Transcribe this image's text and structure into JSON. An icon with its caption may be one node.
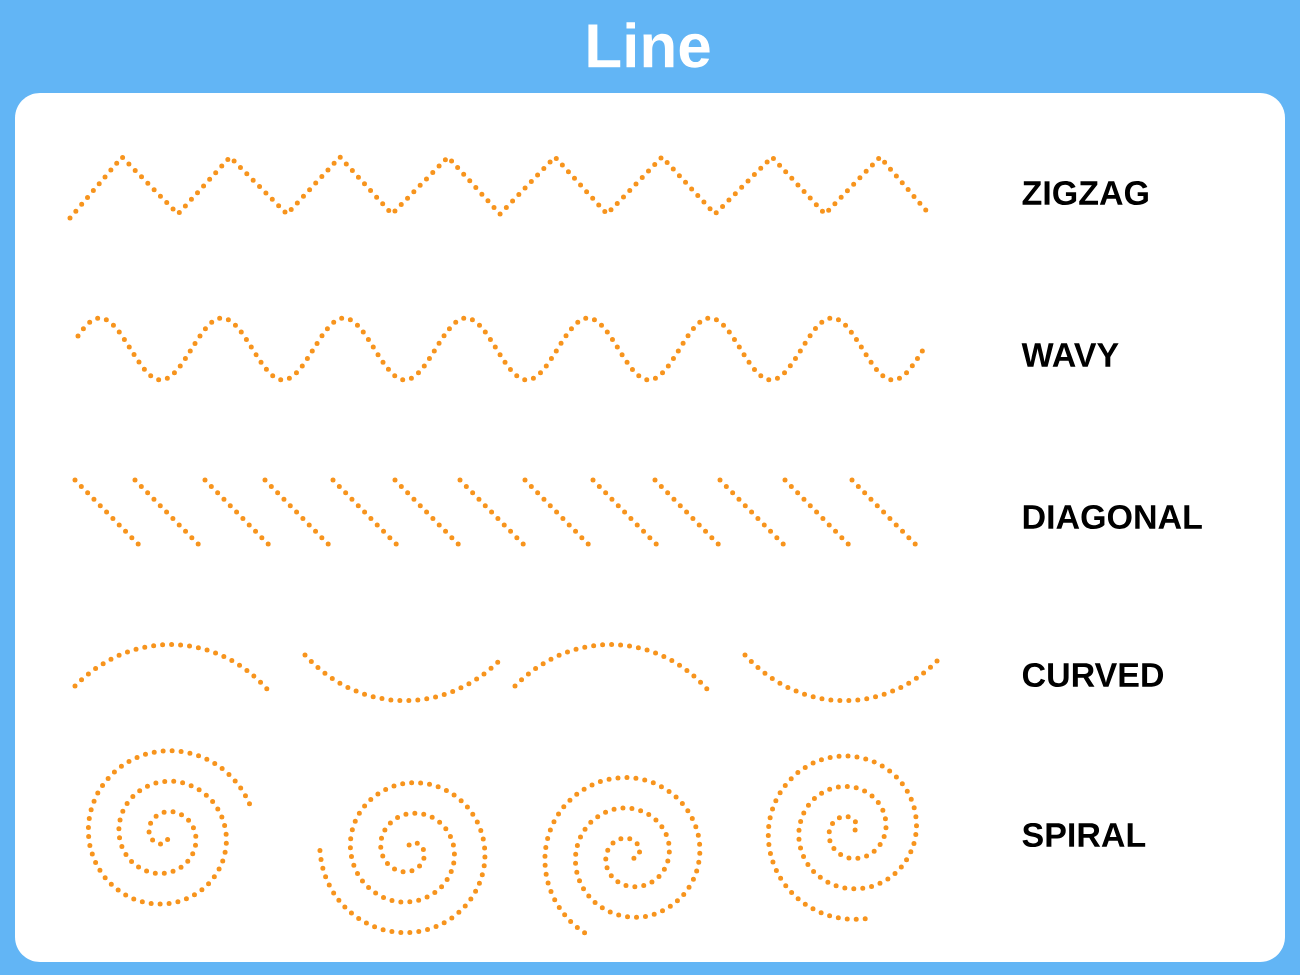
{
  "diagram": {
    "title": "Line",
    "labels": [
      "ZIGZAG",
      "WAVY",
      "DIAGONAL",
      "CURVED",
      "SPIRAL"
    ]
  }
}
